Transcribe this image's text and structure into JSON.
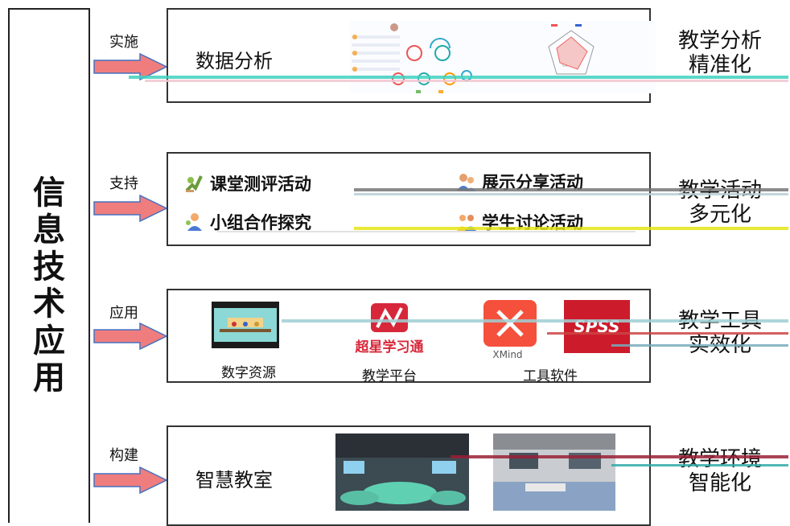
{
  "pillar": {
    "chars": [
      "信",
      "息",
      "技",
      "术",
      "应",
      "用"
    ]
  },
  "rows": [
    {
      "arrow_label": "实施",
      "title": "数据分析",
      "outcome_lines": [
        "教学分析",
        "精准化"
      ]
    },
    {
      "arrow_label": "支持",
      "activities": [
        "课堂测评活动",
        "展示分享活动",
        "小组合作探究",
        "学生讨论活动"
      ],
      "outcome_lines": [
        "教学活动",
        "多元化"
      ]
    },
    {
      "arrow_label": "应用",
      "tools": [
        {
          "caption": "数字资源"
        },
        {
          "caption": "教学平台",
          "logo_text": "超星学习通"
        },
        {
          "logo_text": "XMind"
        },
        {
          "logo_text": "SPSS"
        }
      ],
      "tools_caption": "工具软件",
      "outcome_lines": [
        "教学工具",
        "实效化"
      ]
    },
    {
      "arrow_label": "构建",
      "title": "智慧教室",
      "outcome_lines": [
        "教学环境",
        "智能化"
      ]
    }
  ],
  "colors": {
    "arrow": "#ef7d7d",
    "arrow_stroke": "#4472c4"
  }
}
